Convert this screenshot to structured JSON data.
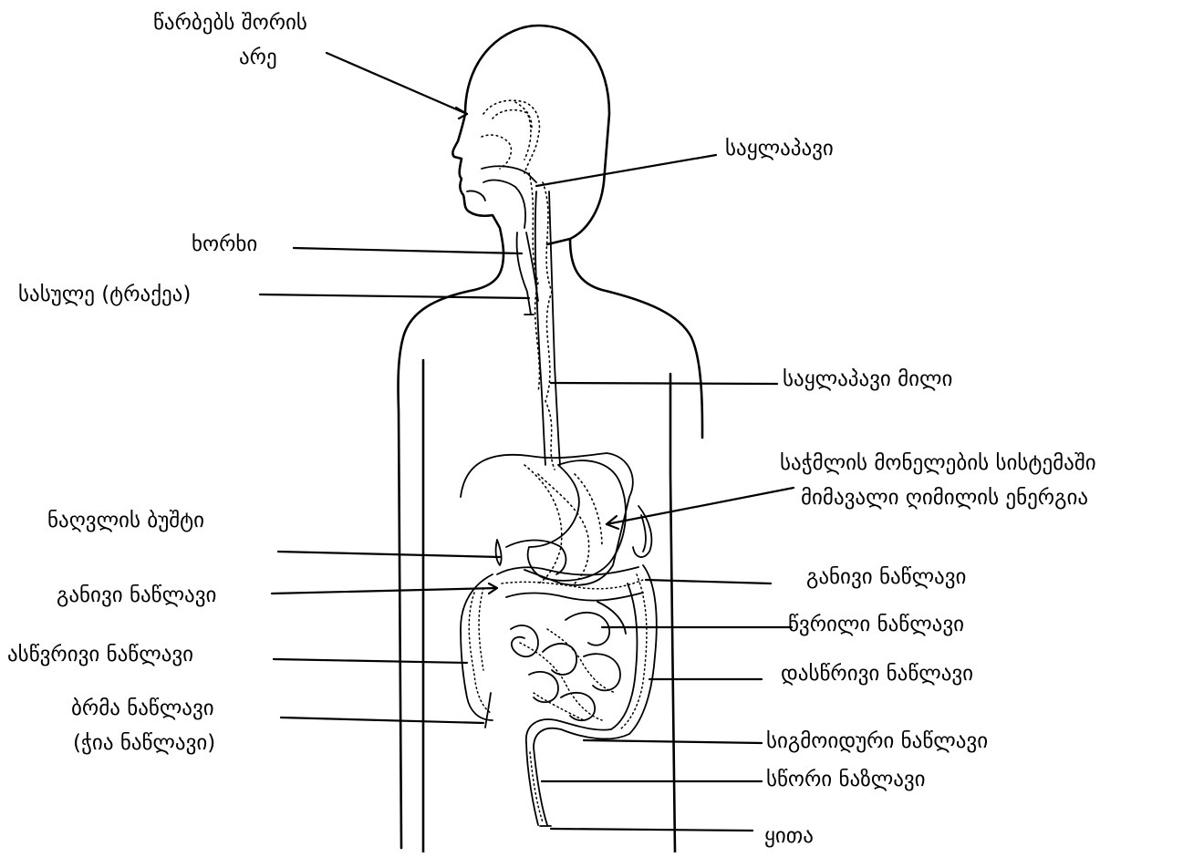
{
  "labels": {
    "brow_line1": "წარბებს შორის",
    "brow_line2": "არე",
    "pharynx": "საყლაპავი",
    "larynx": "ხორხი",
    "trachea": "სასულე (ტრაქეა)",
    "esophagus": "საყლაპავი მილი",
    "energy_line1": "საჭმლის მონელების სისტემაში",
    "energy_line2": "მიმავალი ღიმილის ენერგია",
    "gallbladder": "ნაღვლის ბუშტი",
    "transverse_colon_left": "განივი ნაწლავი",
    "transverse_colon_right": "განივი ნაწლავი",
    "small_intestine": "წვრილი ნაწლავი",
    "ascending_colon": "ასწვრივი ნაწლავი",
    "descending_colon": "დასწრივი ნაწლავი",
    "cecum_line1": "ბრმა ნაწლავი",
    "cecum_line2": "(ჭია ნაწლავი)",
    "sigmoid_colon": "სიგმოიდური ნაწლავი",
    "rectum": "სწორი ნაზლავი",
    "anus": "ყითა"
  }
}
